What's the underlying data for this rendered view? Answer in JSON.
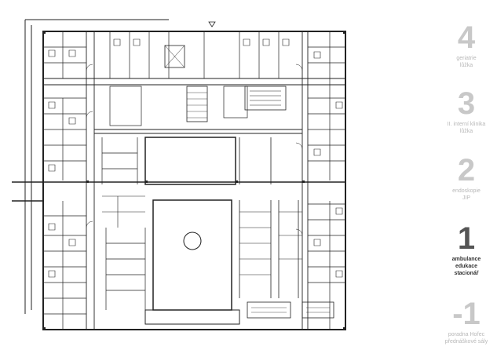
{
  "colors": {
    "active_floor": "#555555",
    "inactive_floor": "#c8c8c8",
    "wall": "#222222"
  },
  "floors": [
    {
      "number": "4",
      "label_lines": [
        "geriatrie",
        "lůžka"
      ]
    },
    {
      "number": "3",
      "label_lines": [
        "II. interní klinika",
        "lůžka"
      ]
    },
    {
      "number": "2",
      "label_lines": [
        "endoskopie",
        "JIP"
      ]
    },
    {
      "number": "1",
      "label_lines": [
        "ambulance",
        "edukace",
        "stacionář"
      ]
    },
    {
      "number": "-1",
      "label_lines": [
        "poradna Hořec",
        "přednáškové sály"
      ]
    }
  ],
  "active_floor": "1"
}
